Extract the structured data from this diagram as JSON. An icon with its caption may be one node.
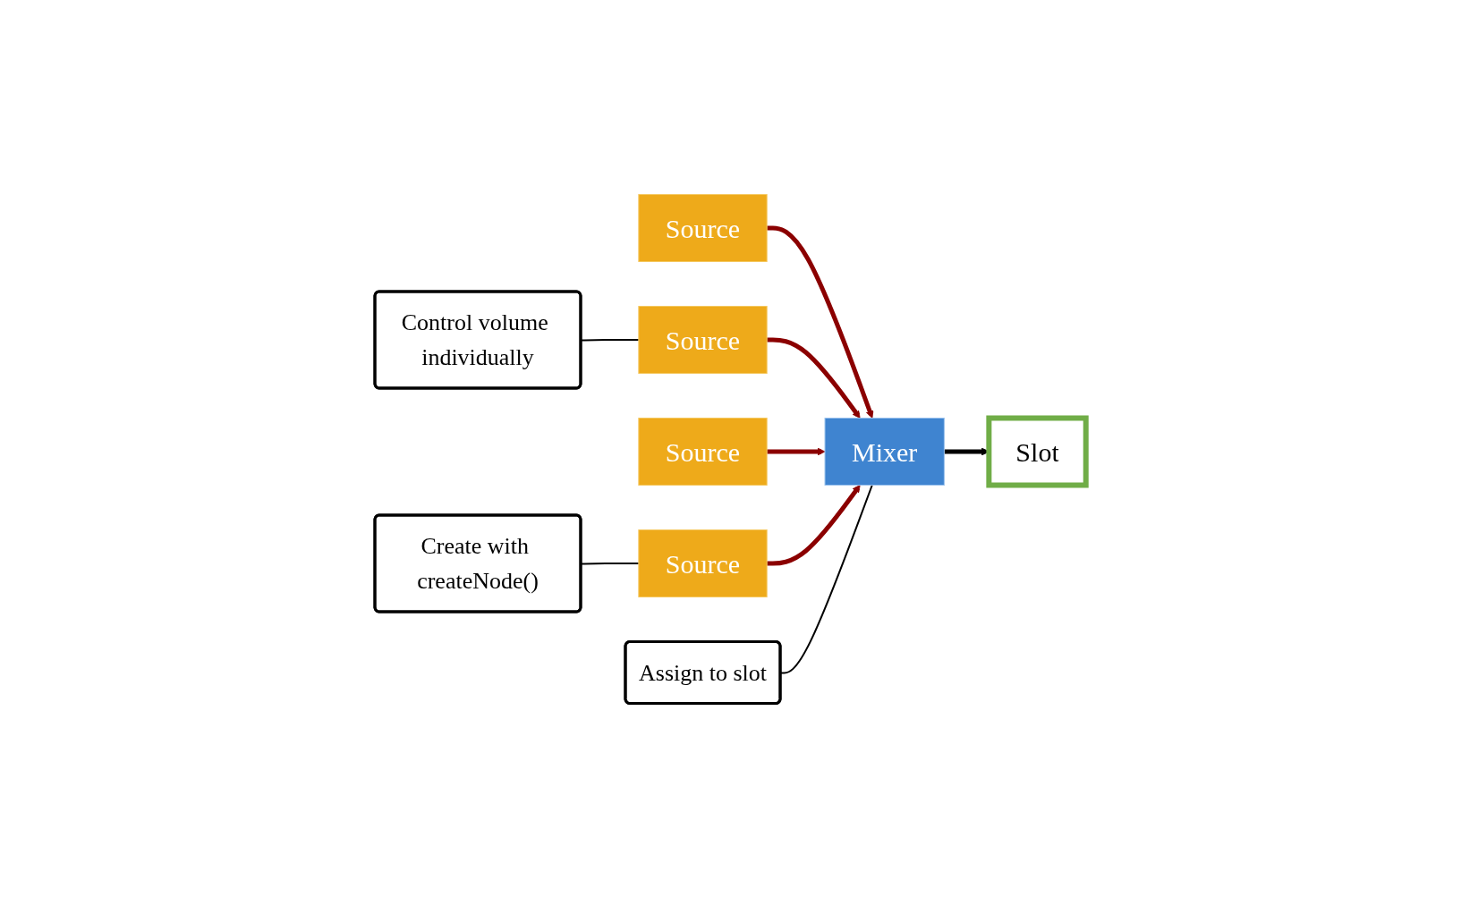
{
  "diagram": {
    "nodes": [
      {
        "text": [
          "Source"
        ]
      },
      {
        "text": [
          "Source"
        ]
      },
      {
        "text": [
          "Source"
        ]
      },
      {
        "text": [
          "Source"
        ]
      },
      {
        "text": [
          "Mixer"
        ]
      },
      {
        "text": [
          "Slot"
        ]
      },
      {
        "text": [
          "Control volume individually"
        ]
      },
      {
        "text": [
          "Assign to slot"
        ]
      },
      {
        "text": [
          "Create with createNode()"
        ]
      }
    ],
    "edges": [
      {
        "from": 0,
        "to": 4,
        "arrow": "to"
      },
      {
        "from": 1,
        "to": 4,
        "arrow": "to"
      },
      {
        "from": 2,
        "to": 4,
        "arrow": "to"
      },
      {
        "from": 3,
        "to": 4,
        "arrow": "to"
      },
      {
        "from": 4,
        "to": 5,
        "arrow": "to",
        "color": "#000000"
      },
      {
        "from": 6,
        "to": 1,
        "arrow": "none",
        "color": "#000000"
      },
      {
        "from": 7,
        "to": 4,
        "arrow": "none",
        "color": "#000000"
      },
      {
        "from": 8,
        "to": 3,
        "arrow": "none",
        "color": "#000000"
      }
    ]
  }
}
